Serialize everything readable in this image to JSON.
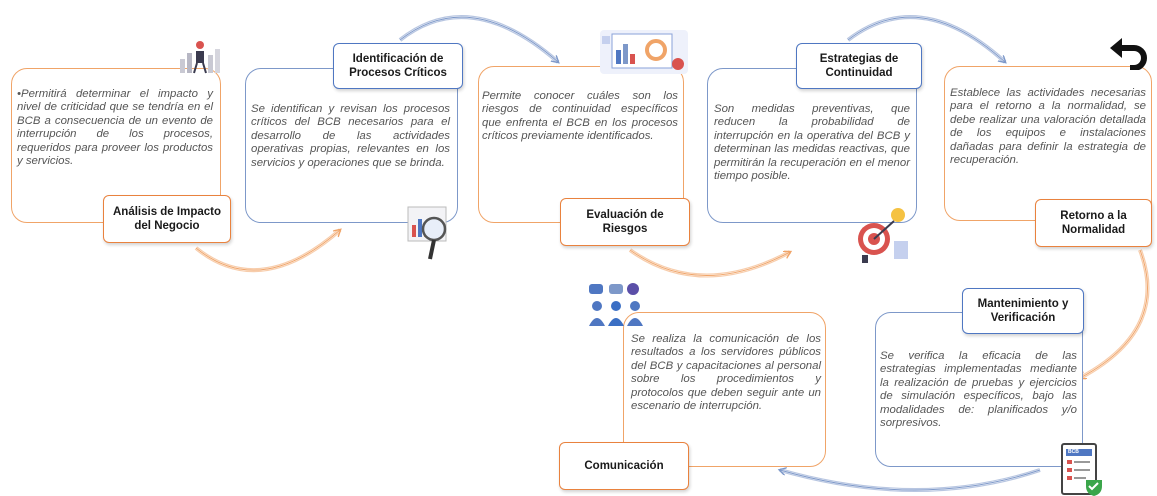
{
  "steps": [
    {
      "title": "Análisis de Impacto\ndel Negocio",
      "text": "•Permitirá determinar el impacto y nivel de criticidad que se tendría en el BCB a consecuencia de un evento de interrupción de los procesos, requeridos para proveer los productos y servicios."
    },
    {
      "title": "Identificación de\nProcesos Críticos",
      "text": "Se identifican y revisan los procesos críticos del BCB necesarios para el desarrollo de las actividades operativas propias, relevantes en los servicios y operaciones que se brinda."
    },
    {
      "title": "Evaluación de\nRiesgos",
      "text": "Permite conocer cuáles son los riesgos de continuidad específicos que enfrenta el BCB en los procesos críticos previamente identificados."
    },
    {
      "title": "Estrategias de\nContinuidad",
      "text": "Son medidas preventivas, que reducen la probabilidad de interrupción en la operativa del BCB y determinan las medidas reactivas, que permitirán la recuperación en el menor tiempo posible."
    },
    {
      "title": "Retorno a la\nNormalidad",
      "text": "Establece las actividades necesarias para el retorno a la normalidad, se debe realizar una valoración detallada de los equipos e instalaciones dañadas para definir la estrategia de recuperación."
    },
    {
      "title": "Mantenimiento y\nVerificación",
      "text": "Se verifica la eficacia de las estrategias implementadas mediante la realización de pruebas y ejercicios de simulación específicos, bajo las modalidades de: planificados y/o sorpresivos."
    },
    {
      "title": "Comunicación",
      "text": "Se realiza la comunicación de los resultados a los servidores públicos del BCB y capacitaciones al personal sobre los procedimientos y protocolos que deben seguir ante un escenario de interrupción."
    }
  ],
  "icons": {
    "clipboard_label": "BCB"
  },
  "colors": {
    "orange": "#f0a468",
    "blue": "#7d98c9",
    "text": "#555555"
  }
}
